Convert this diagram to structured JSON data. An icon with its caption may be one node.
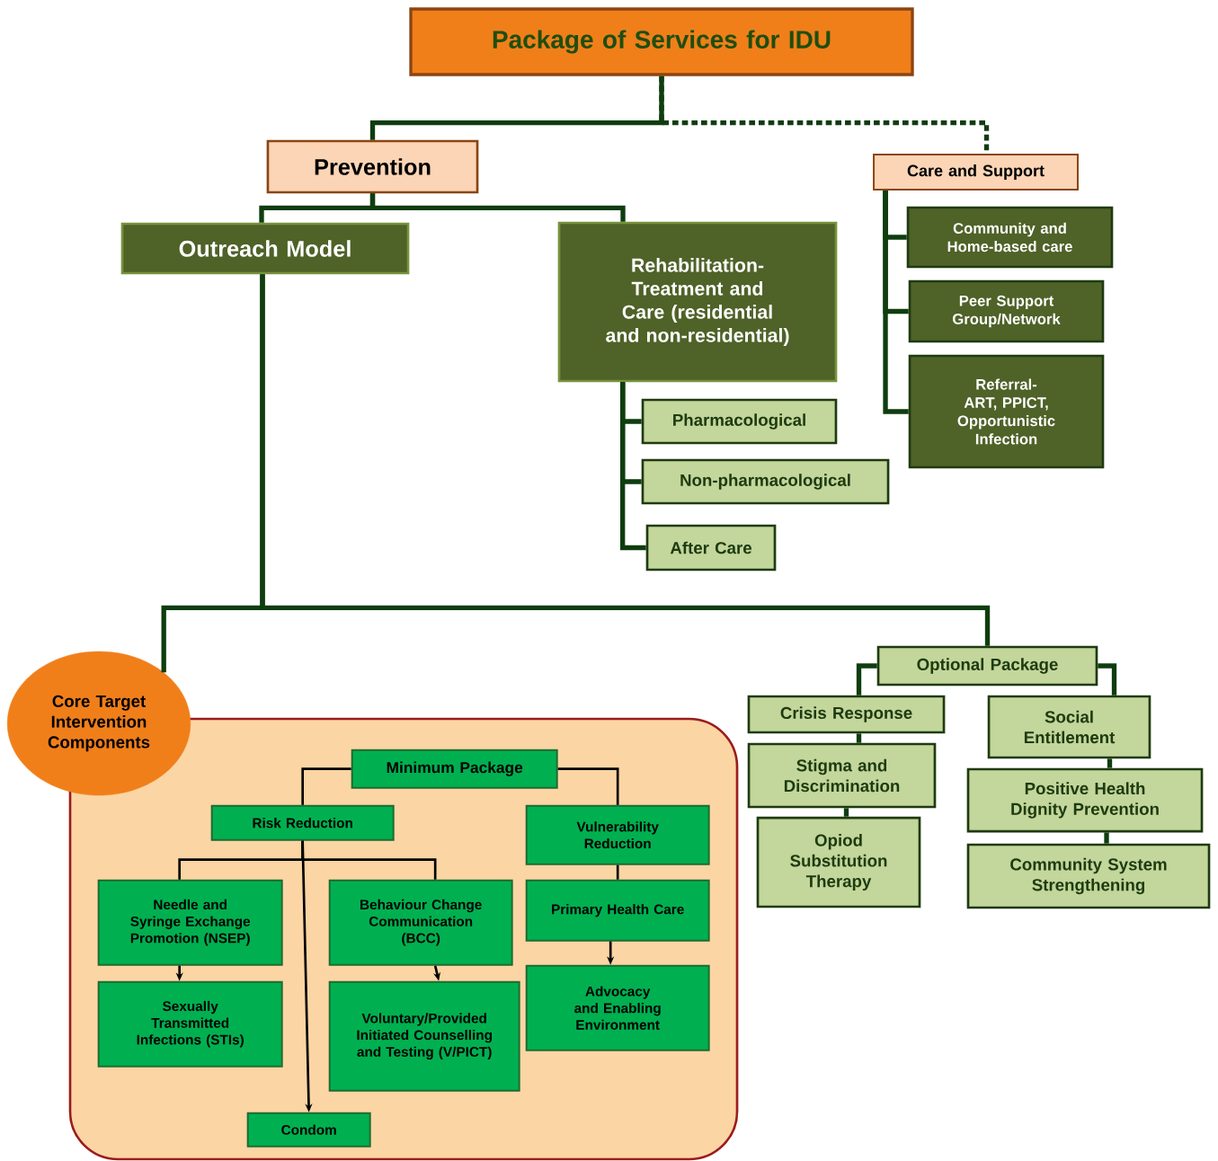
{
  "diagram": {
    "nodes": [
      {
        "text": [
          "Package of Services for IDU"
        ]
      },
      {
        "text": [
          "Prevention"
        ]
      },
      {
        "text": [
          "Care and Support"
        ]
      },
      {
        "text": [
          "Outreach Model"
        ]
      },
      {
        "text": [
          "Rehabilitation-Treatment and Care (residential and non-residential)"
        ]
      },
      {
        "text": [
          "Pharmacological"
        ]
      },
      {
        "text": [
          "Non-pharmacological"
        ]
      },
      {
        "text": [
          "After Care"
        ]
      },
      {
        "text": [
          "Community and Home-based care"
        ]
      },
      {
        "text": [
          "Peer Support Group/Network"
        ]
      },
      {
        "text": [
          "Referral- ART, PPICT, Opportunistic Infection"
        ]
      },
      {
        "text": [
          "Core Target Intervention Components"
        ]
      },
      {
        "text": [],
        "shape": "box"
      },
      {
        "text": [
          "Minimum Package"
        ],
        "in": 12
      },
      {
        "text": [
          "Risk Reduction"
        ],
        "in": 12
      },
      {
        "text": [
          "Vulnerability Reduction"
        ],
        "in": 12
      },
      {
        "text": [
          "Needle and Syringe Exchange Promotion (NSEP)"
        ],
        "in": 12
      },
      {
        "text": [
          "Behaviour Change Communication (BCC)"
        ],
        "in": 12
      },
      {
        "text": [
          "Primary Health Care"
        ],
        "in": 12
      },
      {
        "text": [
          "Sexually Transmitted Infections (STIs)"
        ],
        "in": 12
      },
      {
        "text": [
          "Voluntary/Provided Initiated Counselling and Testing (V/PICT)"
        ],
        "in": 12
      },
      {
        "text": [
          "Advocacy and Enabling Environment"
        ],
        "in": 12
      },
      {
        "text": [
          "Condom"
        ],
        "in": 12
      },
      {
        "text": [
          "Optional Package"
        ]
      },
      {
        "text": [
          "Crisis Response"
        ]
      },
      {
        "text": [
          "Stigma and Discrimination"
        ]
      },
      {
        "text": [
          "Opiod Substitution Therapy"
        ]
      },
      {
        "text": [
          "Social Entitlement"
        ]
      },
      {
        "text": [
          "Positive Health Dignity Prevention"
        ]
      },
      {
        "text": [
          "Community System Strengthening"
        ]
      }
    ],
    "edges": [
      {
        "from": 0,
        "to": 1,
        "arrow": "none"
      },
      {
        "from": 0,
        "to": 2,
        "arrow": "none",
        "style": "dashed"
      },
      {
        "from": 1,
        "to": 3,
        "arrow": "none"
      },
      {
        "from": 1,
        "to": 4,
        "arrow": "none"
      },
      {
        "from": 2,
        "to": 8,
        "arrow": "none"
      },
      {
        "from": 2,
        "to": 9,
        "arrow": "none"
      },
      {
        "from": 2,
        "to": 10,
        "arrow": "none"
      },
      {
        "from": 4,
        "to": 5,
        "arrow": "none"
      },
      {
        "from": 4,
        "to": 6,
        "arrow": "none"
      },
      {
        "from": 4,
        "to": 7,
        "arrow": "none"
      },
      {
        "from": 3,
        "to": 11,
        "arrow": "none"
      },
      {
        "from": 3,
        "to": 23,
        "arrow": "none"
      },
      {
        "from": 13,
        "to": 14,
        "arrow": "none",
        "color": "#000000"
      },
      {
        "from": 13,
        "to": 15,
        "arrow": "none",
        "color": "#000000"
      },
      {
        "from": 14,
        "to": 16,
        "arrow": "none",
        "color": "#000000"
      },
      {
        "from": 14,
        "to": 17,
        "arrow": "none",
        "color": "#000000"
      },
      {
        "from": 14,
        "to": 22,
        "arrow": "to",
        "color": "#000000"
      },
      {
        "from": 16,
        "to": 19,
        "arrow": "to",
        "color": "#000000"
      },
      {
        "from": 17,
        "to": 20,
        "arrow": "to",
        "color": "#000000"
      },
      {
        "from": 15,
        "to": 18,
        "arrow": "none",
        "color": "#000000"
      },
      {
        "from": 18,
        "to": 21,
        "arrow": "to",
        "color": "#000000"
      },
      {
        "from": 23,
        "to": 24,
        "arrow": "none"
      },
      {
        "from": 23,
        "to": 27,
        "arrow": "none"
      },
      {
        "from": 24,
        "to": 25,
        "arrow": "none"
      },
      {
        "from": 25,
        "to": 26,
        "arrow": "none"
      },
      {
        "from": 27,
        "to": 28,
        "arrow": "none"
      },
      {
        "from": 28,
        "to": 29,
        "arrow": "none"
      }
    ]
  }
}
